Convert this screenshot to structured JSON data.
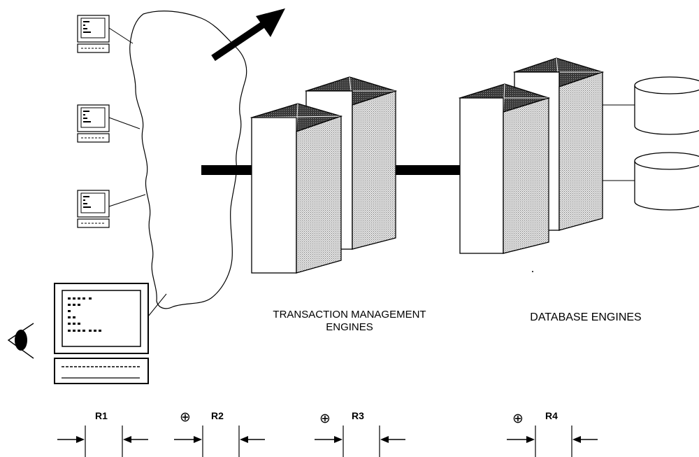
{
  "labels": {
    "transaction_line1": "TRANSACTION MANAGEMENT",
    "transaction_line2": "ENGINES",
    "database": "DATABASE ENGINES"
  },
  "response_segments": [
    {
      "label": "R1",
      "operator": ""
    },
    {
      "label": "R2",
      "operator": "⊕"
    },
    {
      "label": "R3",
      "operator": "⊕"
    },
    {
      "label": "R4",
      "operator": "⊕"
    }
  ],
  "icons": {
    "user_eye": "eye-icon",
    "user_terminal": "workstation-icon",
    "remote_terminals": "terminal-icon",
    "network": "network-cloud",
    "outbound": "arrow-icon",
    "servers": "server-tower-icon",
    "storage": "database-cylinder-icon"
  },
  "colors": {
    "ink": "#000000",
    "tower_top": "#4a4a4a",
    "tower_side": "#c9c9c9",
    "background": "#ffffff"
  }
}
